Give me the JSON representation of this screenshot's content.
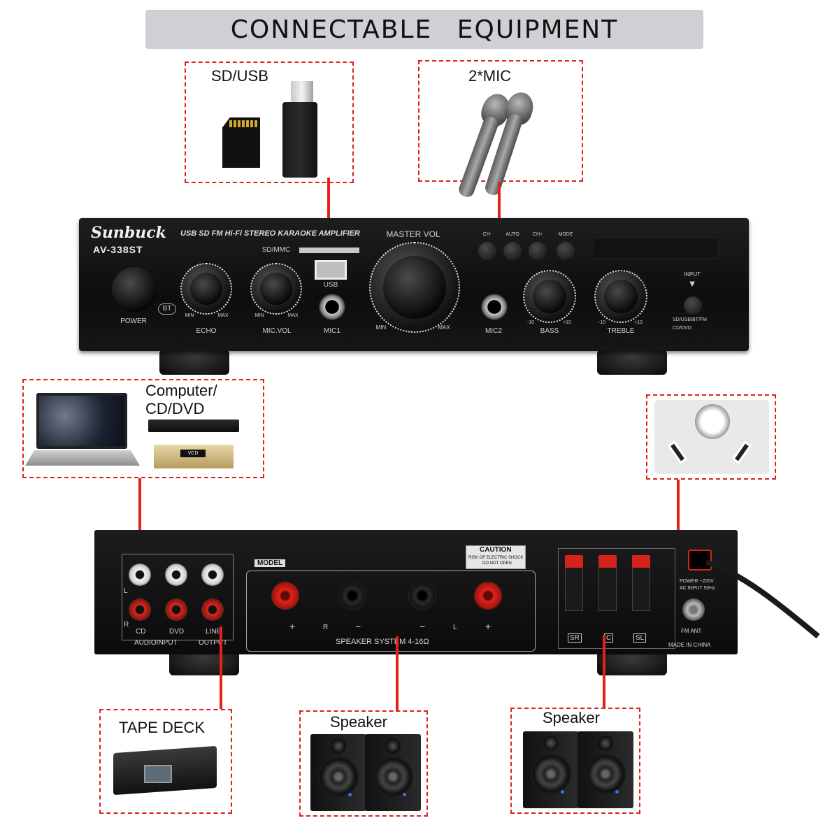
{
  "banner": {
    "title": "CONNECTABLE   EQUIPMENT"
  },
  "top_boxes": {
    "sd_usb": {
      "label": "SD/USB"
    },
    "mic": {
      "label": "2*MIC"
    }
  },
  "front_panel": {
    "brand": "Sunbuck",
    "model": "AV-338ST",
    "tagline": "USB SD FM Hi-Fi STEREO KARAOKE AMPLIFIER",
    "power": "POWER",
    "bt": "BT",
    "echo": "ECHO",
    "mic_vol": "MIC.VOL",
    "sd_mmc": "SD/MMC",
    "usb": "USB",
    "mic1": "MIC1",
    "master_vol": "MASTER VOL",
    "mic2": "MIC2",
    "bass": "BASS",
    "treble": "TREBLE",
    "input": "INPUT",
    "mode": "MODE",
    "auto": "AUTO",
    "ch_minus": "CH-",
    "ch_plus": "CH+",
    "min": "MIN",
    "max": "MAX",
    "minus10": "-10",
    "plus10": "+10",
    "input_sd": "SD/USB/BT/FM",
    "input_cd": "CD/DVD"
  },
  "side_boxes": {
    "computer": {
      "label_line1": "Computer/",
      "label_line2": "CD/DVD",
      "vcd": "VCD"
    }
  },
  "back_panel": {
    "cd": "CD",
    "dvd": "DVD",
    "line": "LINE",
    "audio_input": "AUDIOINPUT",
    "output": "OUTPUT",
    "model": "MODEL",
    "caution": "CAUTION",
    "caution_sub1": "RISK OF ELECTRIC SHOCK",
    "caution_sub2": "DO NOT OPEN",
    "speaker_system": "SPEAKER SYSTEM 4-16Ω",
    "sr": "SR",
    "c": "C",
    "sl": "SL",
    "power_input": "POWER ~220V",
    "ac_input": "AC INPUT 50Hz",
    "fm_ant": "FM ANT",
    "made_in": "MADE IN CHINA",
    "l": "L",
    "r": "R",
    "plus": "+",
    "minus": "−"
  },
  "bottom_boxes": {
    "tape": {
      "label": "TAPE DECK"
    },
    "speaker1": {
      "label": "Speaker"
    },
    "speaker2": {
      "label": "Speaker"
    }
  },
  "colors": {
    "accent_red": "#e3221a",
    "banner_bg": "#cfcfd4",
    "dashed_border": "#d9231b"
  }
}
